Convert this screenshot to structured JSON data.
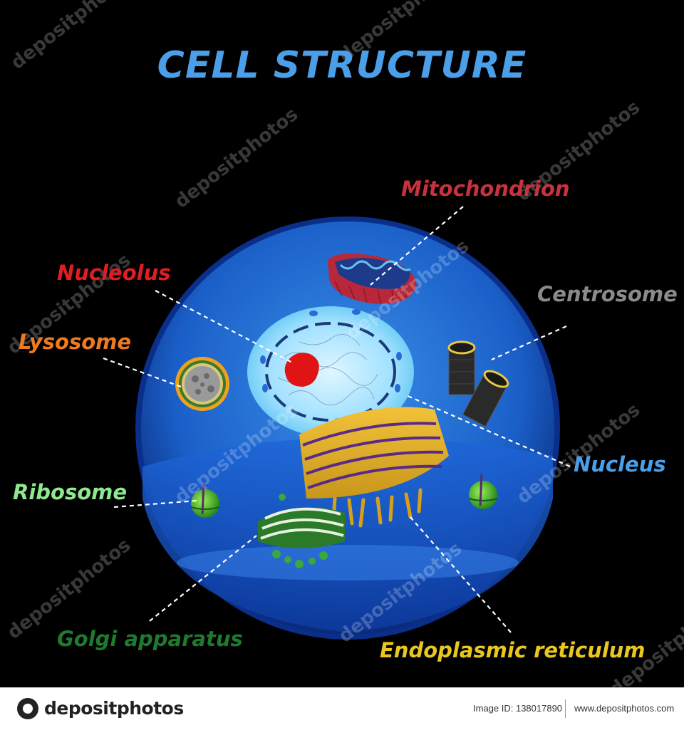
{
  "title": {
    "text": "CELL STRUCTURE",
    "color": "#4a9fe8"
  },
  "labels": {
    "mitochondrion": {
      "text": "Mitochondrion",
      "color": "#c8323c"
    },
    "nucleolus": {
      "text": "Nucleolus",
      "color": "#e01e22"
    },
    "centrosome": {
      "text": "Centrosome",
      "color": "#8a8a8a"
    },
    "lysosome": {
      "text": "Lysosome",
      "color": "#f07a1e"
    },
    "nucleus": {
      "text": "Nucleus",
      "color": "#4a9fe8"
    },
    "ribosome": {
      "text": "Ribosome",
      "color": "#8ee88e"
    },
    "golgi": {
      "text": "Golgi apparatus",
      "color": "#1e7a2e"
    },
    "er": {
      "text": "Endoplasmic reticulum",
      "color": "#e8c81e"
    }
  },
  "watermark": {
    "text": "depositphotos"
  },
  "footer": {
    "brand": "depositphotos",
    "image_id": "Image ID: 138017890",
    "site": "www.depositphotos.com"
  }
}
